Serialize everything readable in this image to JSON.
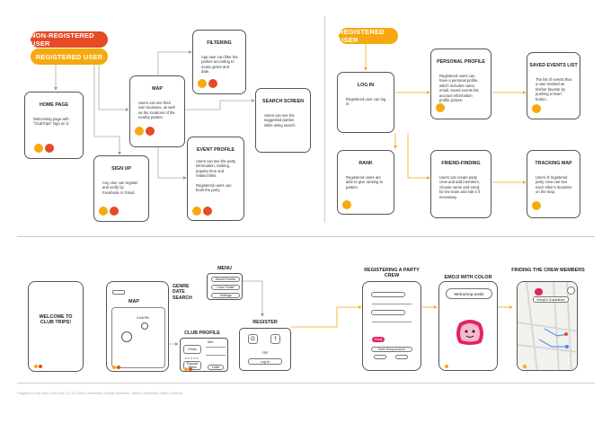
{
  "colors": {
    "orange": "#f6a90f",
    "red": "#e64a27",
    "line": "#aaaaaa",
    "accent_line": "#f6a90f"
  },
  "top_left": {
    "pill_non_registered": "NON-REGISTERED USER",
    "pill_registered": "REGISTERED USER",
    "home": {
      "title": "HOME PAGE",
      "desc": "Welcoming page with \"ClubTrips\" logo on it."
    },
    "map": {
      "title": "MAP",
      "desc": "Users can see their own locations, as well as the locations of the nearby parties."
    },
    "filtering": {
      "title": "FILTERING",
      "desc": "App user can filter the parties according to music genre and date."
    },
    "search": {
      "title": "SEARCH SCREEN",
      "desc": "Users can see the suggested parties while using search."
    },
    "signup": {
      "title": "SIGN UP",
      "desc": "Any user can register and verify by Facebook or Gmail."
    },
    "event": {
      "title": "EVENT PROFILE",
      "desc": "Users can see the party information, ranking, popular time and related links.",
      "desc2": "Registered users can book the party."
    }
  },
  "top_right": {
    "pill_registered": "REGISTERED USER",
    "login": {
      "title": "LOG IN",
      "desc": "Registered user can log in."
    },
    "personal": {
      "title": "PERSONAL PROFILE",
      "desc": "Registered users can have a personal profile, which includes name, email, saved events list, account information profile picture."
    },
    "saved": {
      "title": "SAVED EVENTS LIST",
      "desc": "The list of events that a user marked as his/her favorite by pushing a heart button."
    },
    "rank": {
      "title": "RANK",
      "desc": "Registered users are able to give ranking to parties."
    },
    "friend": {
      "title": "FRIEND-FINDING",
      "desc": "Users can create party crew and add members, choose name and emoji for the team and edit it if necessary."
    },
    "tracking": {
      "title": "TRACKING MAP",
      "desc": "Users of registered party crew can see each other's locations on the map."
    }
  },
  "bottom": {
    "welcome": "WELCOME TO CLUB TRIPS!",
    "map_label": "MAP",
    "club_pin": "Club Pin",
    "genre_date_search": [
      "GENRE",
      "DATE",
      "SEARCH"
    ],
    "menu": {
      "title": "MENU",
      "items": [
        "Saved Events",
        "Crew Finder",
        "Settings"
      ]
    },
    "club_profile": {
      "title": "CLUB PROFILE",
      "info": "Info",
      "photo": "Photo",
      "popular": "Popular Times",
      "links": "Links"
    },
    "register": {
      "title": "REGISTER",
      "g": "G",
      "f": "f",
      "or": "OR",
      "login": "Log In"
    },
    "crew": {
      "title": "REGISTERING A PARTY CREW",
      "emoji_btn": "Emoji",
      "button": "Enter Group account"
    },
    "emoji": {
      "title": "EMOJI WITH COLOR",
      "welcome": "Welcoming words"
    },
    "finding": {
      "title": "FINDING THE CREW MEMBERS",
      "guide": "Emoji's Guidelines"
    }
  },
  "footer": "Diagram for the team ClubTrips  |  27.02.2018  |  Interaction Design Methods  |  Tallinn University  |  Tallinn, Estonia"
}
